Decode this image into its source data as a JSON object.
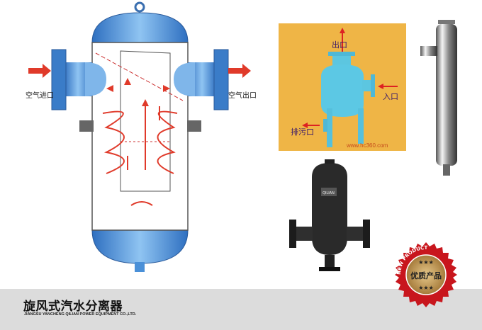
{
  "diagram": {
    "inlet_label": "空气进口",
    "outlet_label": "空气出口"
  },
  "photo_blue": {
    "outlet_label": "出口",
    "inlet_label": "入口",
    "drain_label": "排污口",
    "watermark": "www.hc360.com"
  },
  "photo_black": {
    "nameplate": "QILIAN"
  },
  "badge": {
    "ring_text": "NEW PRODUCT",
    "center_text": "优质产品"
  },
  "footer": {
    "title": "旋风式汽水分离器",
    "subtitle": "JIANGSU YANCHENG QILIAN POWER EQUIPMENT CO.,LTD."
  },
  "colors": {
    "vessel_blue": "#4a90d8",
    "arrow_red": "#e03a2a",
    "footer_gray": "#dcdcdc",
    "photo_bg": "#efb546",
    "badge_red": "#c8161d"
  }
}
